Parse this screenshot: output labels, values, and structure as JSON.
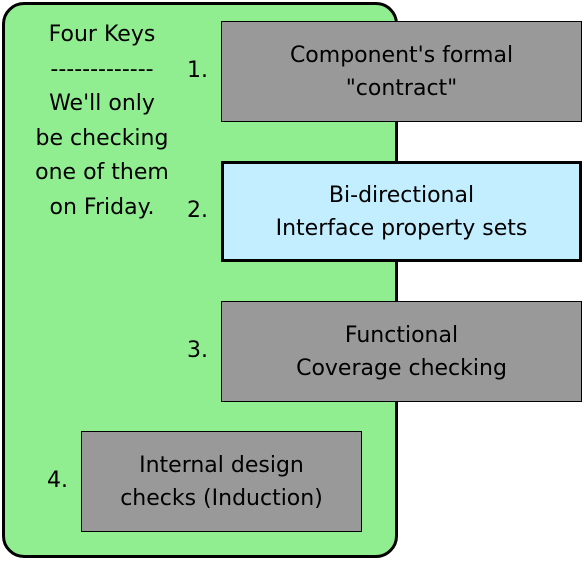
{
  "colors": {
    "panel_fill": "#90ee90",
    "box_fill": "#999999",
    "highlight_fill": "#c2eeff",
    "stroke": "#000000"
  },
  "panel": {
    "lines": [
      "Four Keys",
      "-------------",
      "We'll only",
      "be checking",
      "one of them",
      "on Friday."
    ]
  },
  "items": [
    {
      "number": "1.",
      "lines": [
        "Component's formal",
        "\"contract\""
      ],
      "highlighted": false
    },
    {
      "number": "2.",
      "lines": [
        "Bi-directional",
        "Interface property sets"
      ],
      "highlighted": true
    },
    {
      "number": "3.",
      "lines": [
        "Functional",
        "Coverage checking"
      ],
      "highlighted": false
    },
    {
      "number": "4.",
      "lines": [
        "Internal design",
        "checks (Induction)"
      ],
      "highlighted": false
    }
  ]
}
